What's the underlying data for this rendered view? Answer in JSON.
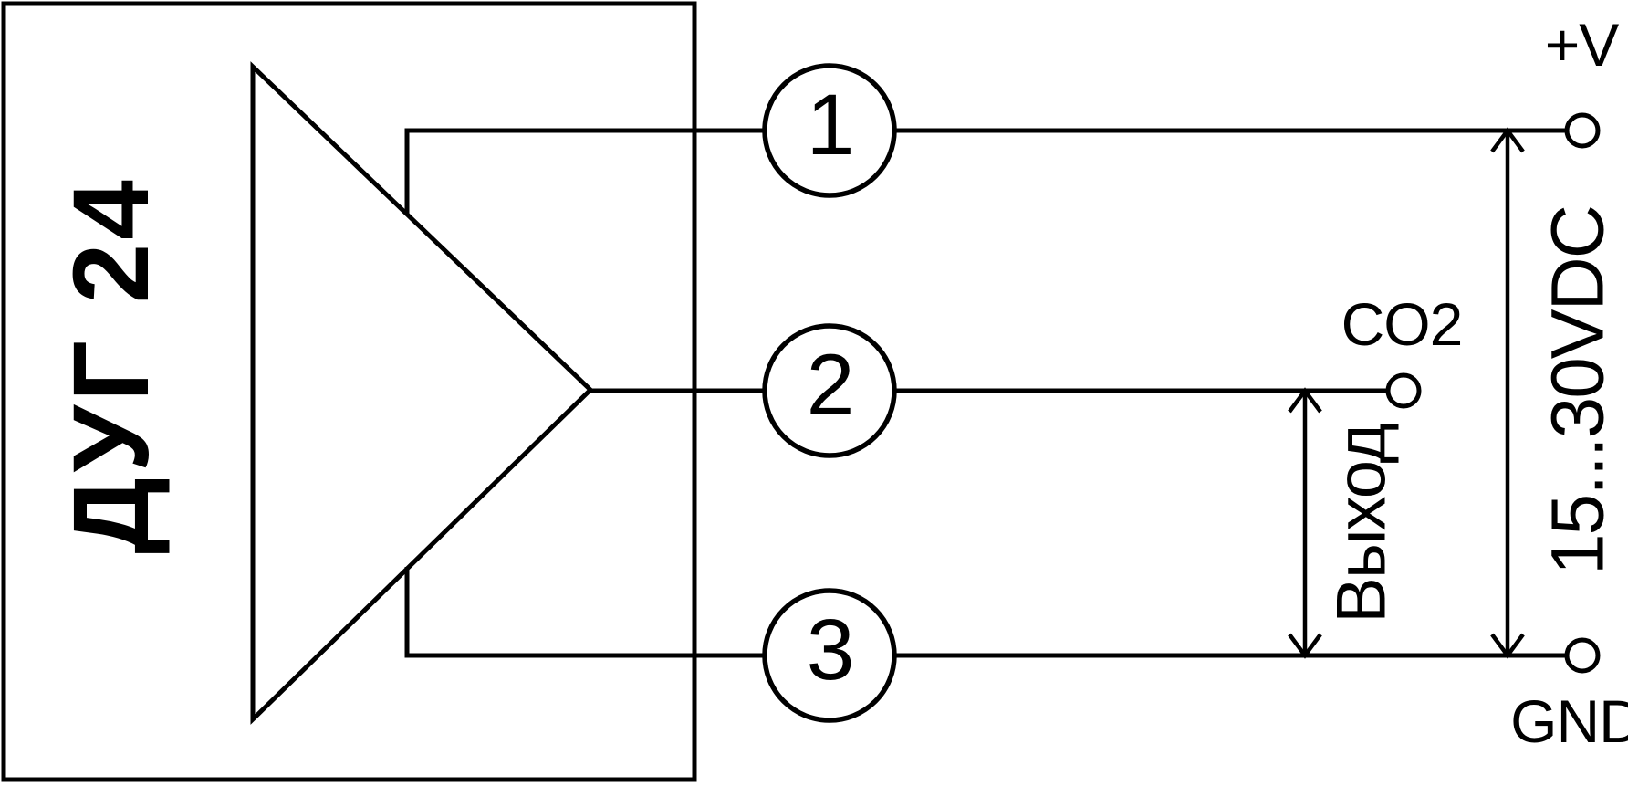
{
  "diagram": {
    "device_name": "ДУГ 24",
    "pins": [
      {
        "number": "1",
        "terminal": "+V"
      },
      {
        "number": "2",
        "terminal": "CO2"
      },
      {
        "number": "3",
        "terminal": "GND"
      }
    ],
    "annotations": {
      "supply_range": "15...30VDC",
      "output_label": "Выход"
    },
    "colors": {
      "line": "#000000",
      "background": "#ffffff"
    }
  }
}
